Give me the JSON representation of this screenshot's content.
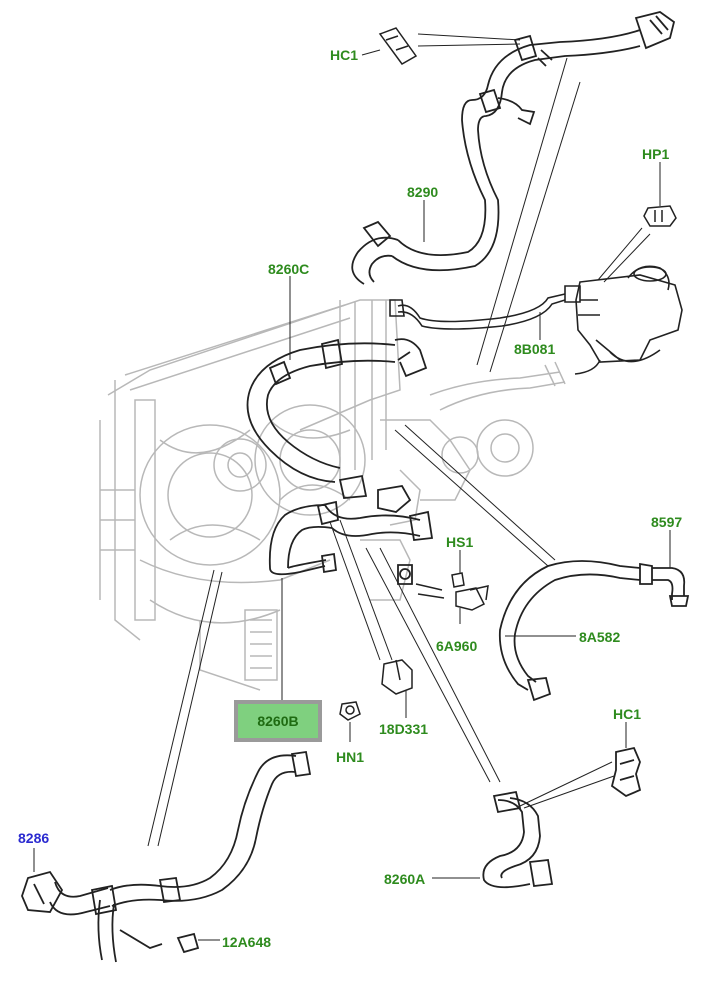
{
  "diagram": {
    "labels": {
      "hc1_top": "HC1",
      "hp1": "HP1",
      "p8290": "8290",
      "p8260c": "8260C",
      "p8b081": "8B081",
      "p8597": "8597",
      "hs1": "HS1",
      "p8a582": "8A582",
      "p6a960": "6A960",
      "p18d331": "18D331",
      "hn1": "HN1",
      "p8260b": "8260B",
      "hc1_bottom": "HC1",
      "p8286": "8286",
      "p8260a": "8260A",
      "p12a648": "12A648"
    },
    "colors": {
      "label_green": "#2e8b1e",
      "label_blue": "#2a2ad0",
      "highlight_fill": "#7fd07f",
      "highlight_border": "#9a9a9a",
      "line_art": "#222222",
      "ghost_art": "#b8b8b8"
    }
  }
}
